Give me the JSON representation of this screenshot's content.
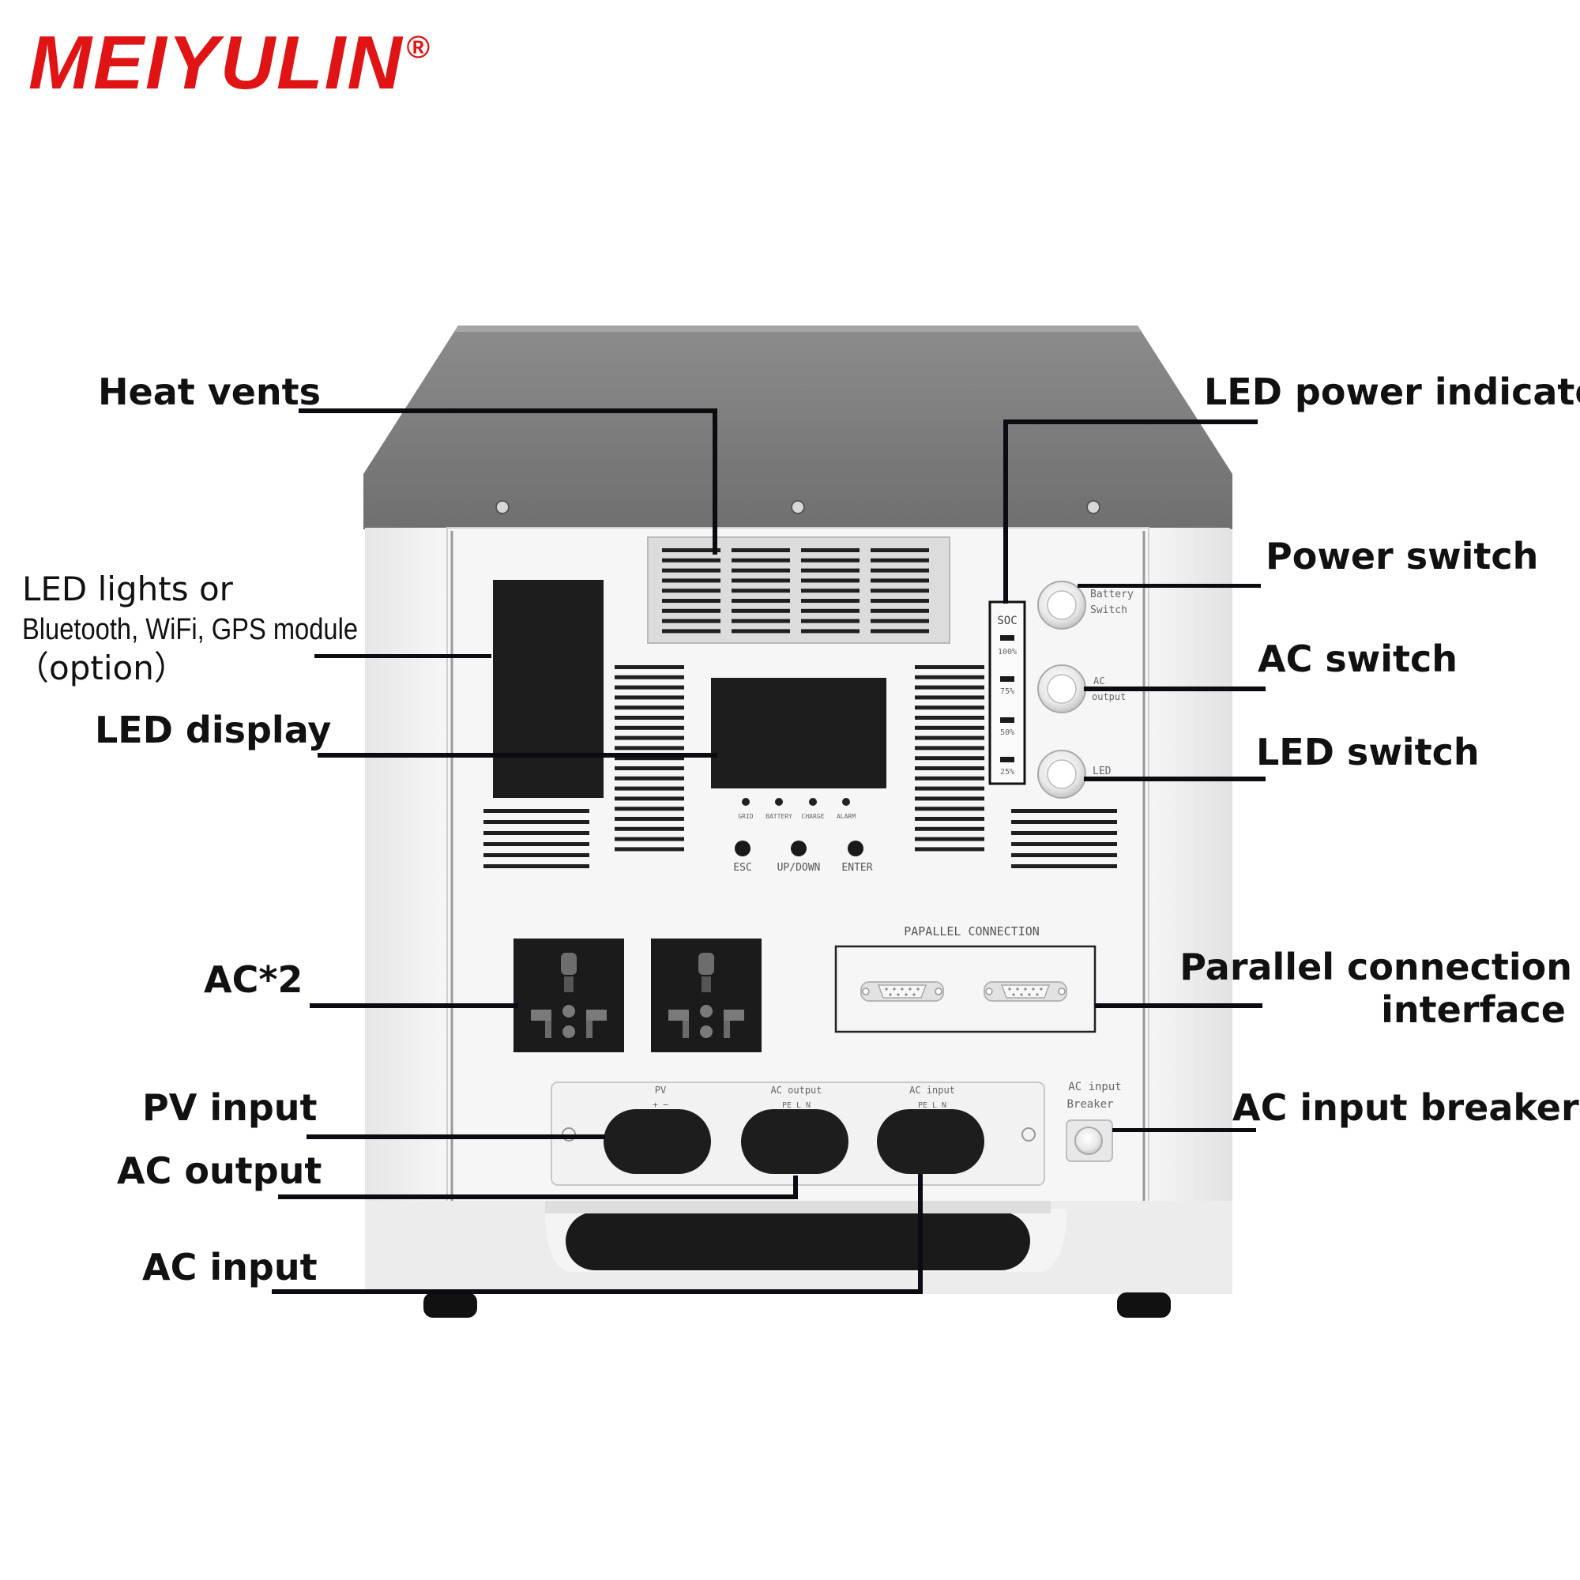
{
  "brand": {
    "name": "MEIYULIN",
    "mark": "®",
    "color": "#e01414"
  },
  "labels": {
    "heat_vents": "Heat vents",
    "led_lights_line1": "LED lights or",
    "led_lights_line2": "Bluetooth, WiFi, GPS module",
    "led_lights_line3": "（option）",
    "led_display": "LED display",
    "ac_x2": "AC*2",
    "pv_input": "PV input",
    "ac_output": "AC output",
    "ac_input": "AC input",
    "led_power_indicator": "LED power indicator",
    "power_switch": "Power switch",
    "ac_switch": "AC switch",
    "led_switch": "LED switch",
    "parallel_line1": "Parallel connection",
    "parallel_line2": "interface",
    "ac_input_breaker": "AC input breaker"
  },
  "panel": {
    "soc": "SOC",
    "level_100": "100%",
    "level_75": "75%",
    "level_50": "50%",
    "level_25": "25%",
    "battery_switch_1": "Battery",
    "battery_switch_2": "Switch",
    "ac_output_1": "AC",
    "ac_output_2": "output",
    "led": "LED",
    "ind_grid": "GRID",
    "ind_battery": "BATTERY",
    "ind_charge": "CHARGE",
    "ind_alarm": "ALARM",
    "btn_esc": "ESC",
    "btn_updown": "UP/DOWN",
    "btn_enter": "ENTER",
    "parallel_title": "PAPALLEL CONNECTION",
    "pv": "PV",
    "pv_pol": "+    −",
    "ac_output_port": "AC output",
    "ac_output_pins": "PE  L  N",
    "ac_input_port": "AC input",
    "ac_input_pins": "PE  L  N",
    "breaker_1": "AC input",
    "breaker_2": "Breaker"
  }
}
